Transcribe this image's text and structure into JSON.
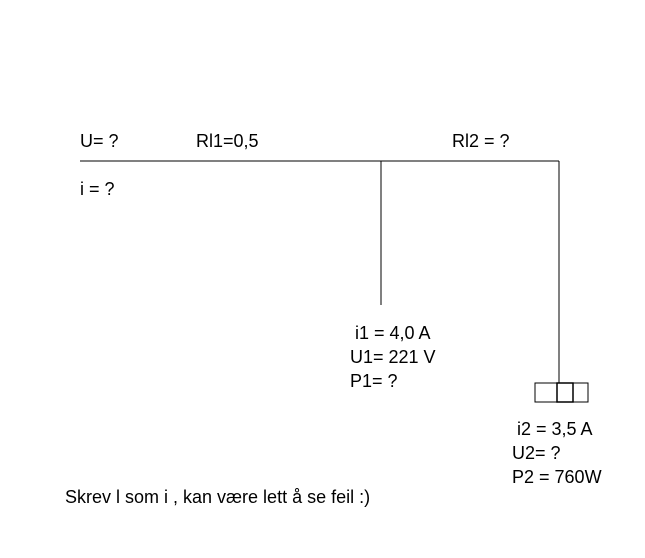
{
  "labels": {
    "supply_voltage": "U= ?",
    "supply_current": "i = ?",
    "line1_resistance": "Rl1=0,5",
    "line2_resistance": "Rl2 = ?",
    "load1": {
      "current": "i1 = 4,0 A",
      "voltage": "U1= 221 V",
      "power": "P1= ?"
    },
    "load2": {
      "current": "i2 = 3,5 A",
      "voltage": "U2= ?",
      "power": "P2 = 760W"
    },
    "note": "Skrev l som i , kan være lett å se feil :)"
  },
  "colors": {
    "line": "#000000",
    "background": "#ffffff"
  }
}
